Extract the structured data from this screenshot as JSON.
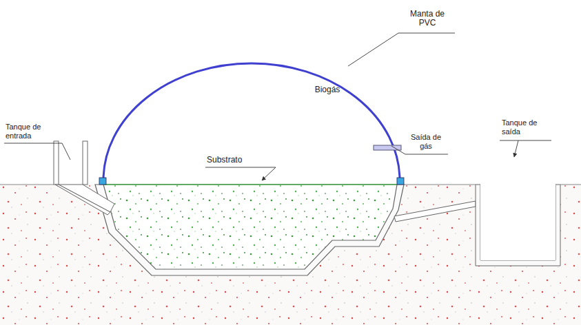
{
  "diagram": {
    "labels": [
      "Manta de PVC",
      "Biogás",
      "Saída de gás",
      "Tanque de entrada",
      "Substrato",
      "Tanque de saída"
    ]
  }
}
